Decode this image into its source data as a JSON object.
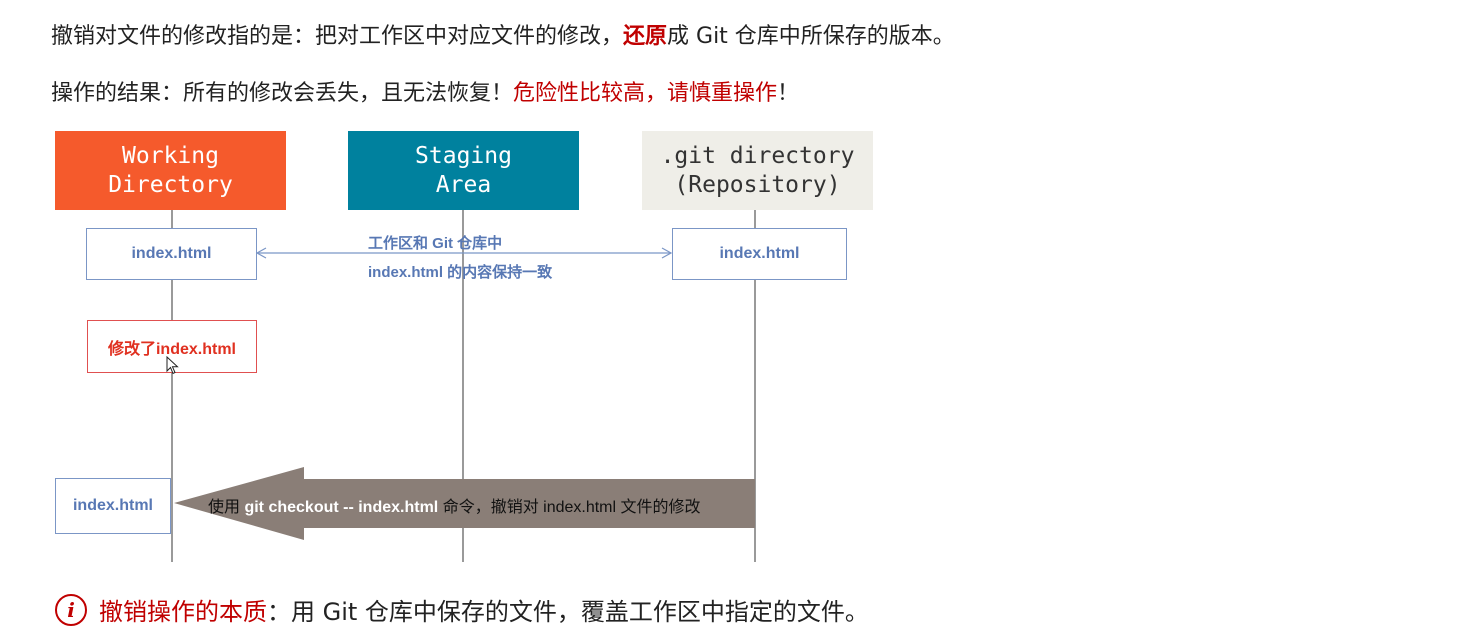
{
  "intro": {
    "line1_prefix": "撤销对文件的修改指的是：把对工作区中对应文件的修改，",
    "line1_highlight": "还原",
    "line1_suffix": "成 Git 仓库中所保存的版本。",
    "line2_prefix": "操作的结果：所有的修改会丢失，且无法恢复！",
    "line2_warning": "危险性比较高，请慎重操作",
    "line2_suffix": "！"
  },
  "diagram": {
    "columns": [
      {
        "label": "Working\nDirectory",
        "color": "#f55a2c",
        "text_color": "#ffffff"
      },
      {
        "label": "Staging\nArea",
        "color": "#00819e",
        "text_color": "#ffffff"
      },
      {
        "label": ".git directory\n(Repository)",
        "color": "#efeee8",
        "text_color": "#333333"
      }
    ],
    "file_left": "index.html",
    "file_right": "index.html",
    "note_line1": "工作区和 Git 仓库中",
    "note_line2": "index.html 的内容保持一致",
    "modified_file": "修改了index.html",
    "restored_file": "index.html",
    "arrow_text_prefix": "使用 ",
    "arrow_command": "git checkout -- index.html",
    "arrow_text_suffix": " 命令，撤销对 index.html 文件的修改",
    "arrow_color": "#8a7e77"
  },
  "summary": {
    "icon": "info-icon",
    "label": "撤销操作的本质",
    "text": "：用 Git 仓库中保存的文件，覆盖工作区中指定的文件。"
  }
}
